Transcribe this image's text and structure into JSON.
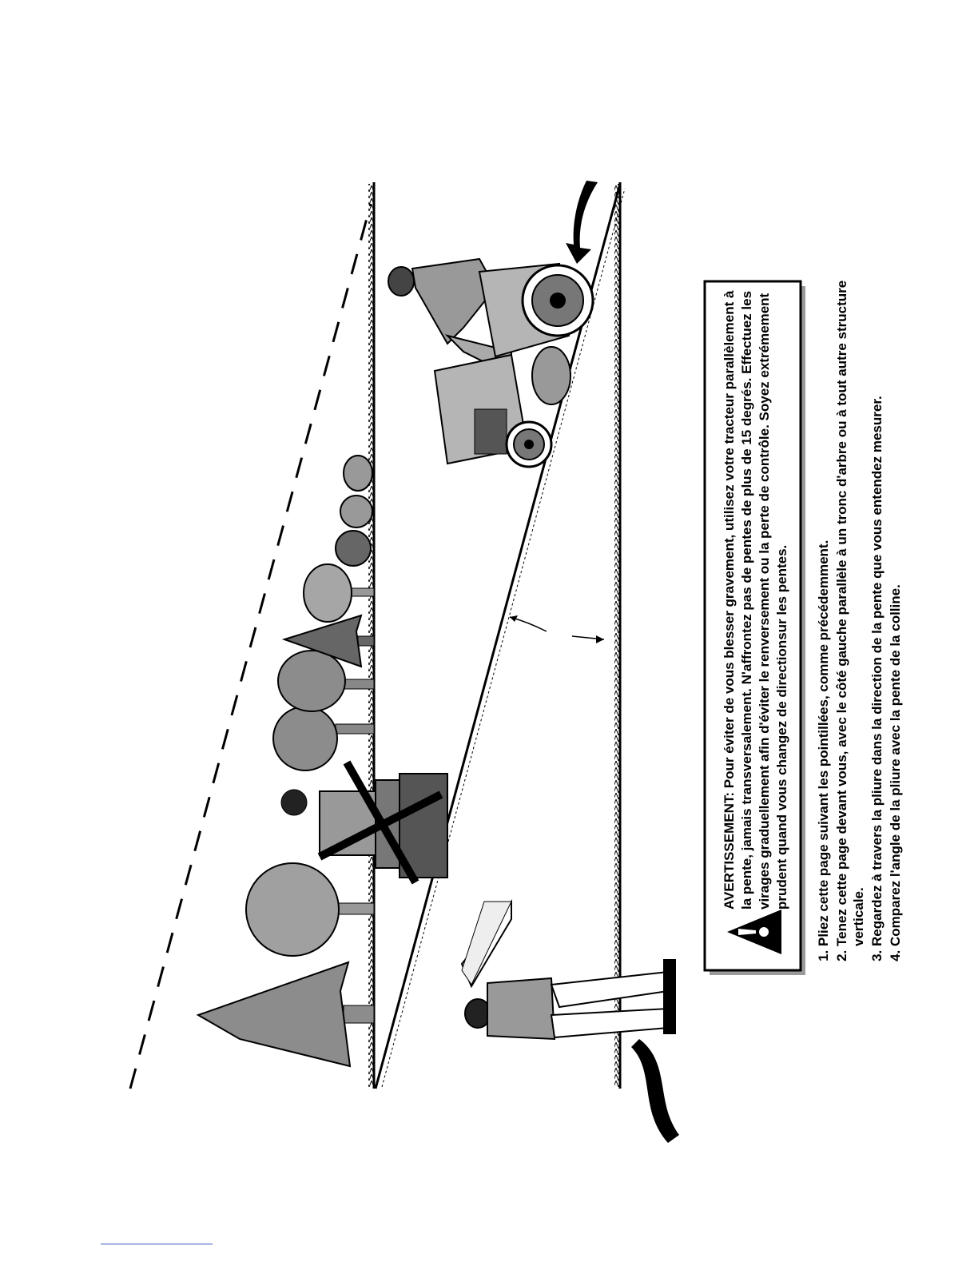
{
  "warning": {
    "label": "AVERTISSEMENT:",
    "text": "Pour éviter de vous blesser gravement, utilisez votre tracteur parallèlement à la pente, jamais transversalement. N'affrontez pas de pentes de plus de 15 degrés. Effectuez les virages graduellement afin d'éviter le renversement ou la perte de contrôle. Soyez extrémement prudent quand vous changez de directionsur les pentes."
  },
  "instructions": [
    "Pliez cette page suivant les pointillées, comme précédemment.",
    "Tenez cette page devant vous, avec le côté gauche parallèle à un tronc d'arbre ou à tout autre structure verticale.",
    "Regardez à travers la pliure dans la direction de la pente que vous entendez mesurer.",
    "Comparez l'angle de la pliure avec la pente de la colline."
  ],
  "icons": {
    "warning": "warning-triangle-icon"
  },
  "colors": {
    "ink": "#000000",
    "tree_gray": "#8c8c8c",
    "tree_dark": "#666666",
    "tractor_gray": "#b5b5b5",
    "footer_rule": "#3a56c8"
  }
}
